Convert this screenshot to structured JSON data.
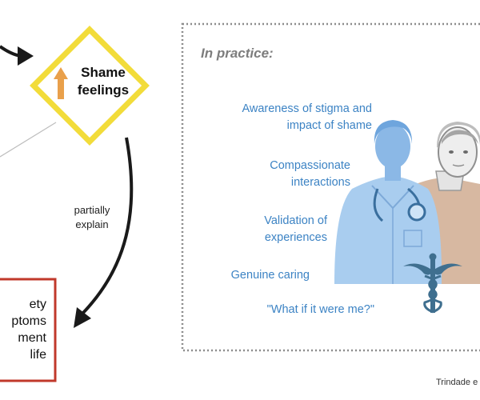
{
  "shame_box": {
    "line1": "Shame",
    "line2": "feelings",
    "arrow_color": "#e9a04b",
    "border_color": "#f2dc3a"
  },
  "connector_label": {
    "line1": "partially",
    "line2": "explain"
  },
  "outcome_box": {
    "lines": [
      "ety",
      "ptoms",
      "ment",
      "life"
    ],
    "border_color": "#c0392b"
  },
  "practice": {
    "title": "In practice:",
    "items": [
      [
        "Awareness of stigma and",
        "impact of shame"
      ],
      [
        "Compassionate",
        "interactions"
      ],
      [
        "Validation of",
        "experiences"
      ],
      [
        "Genuine caring"
      ],
      [
        "\"What if it were me?\""
      ]
    ],
    "text_color": "#3c83c4"
  },
  "credit": "Trindade e"
}
